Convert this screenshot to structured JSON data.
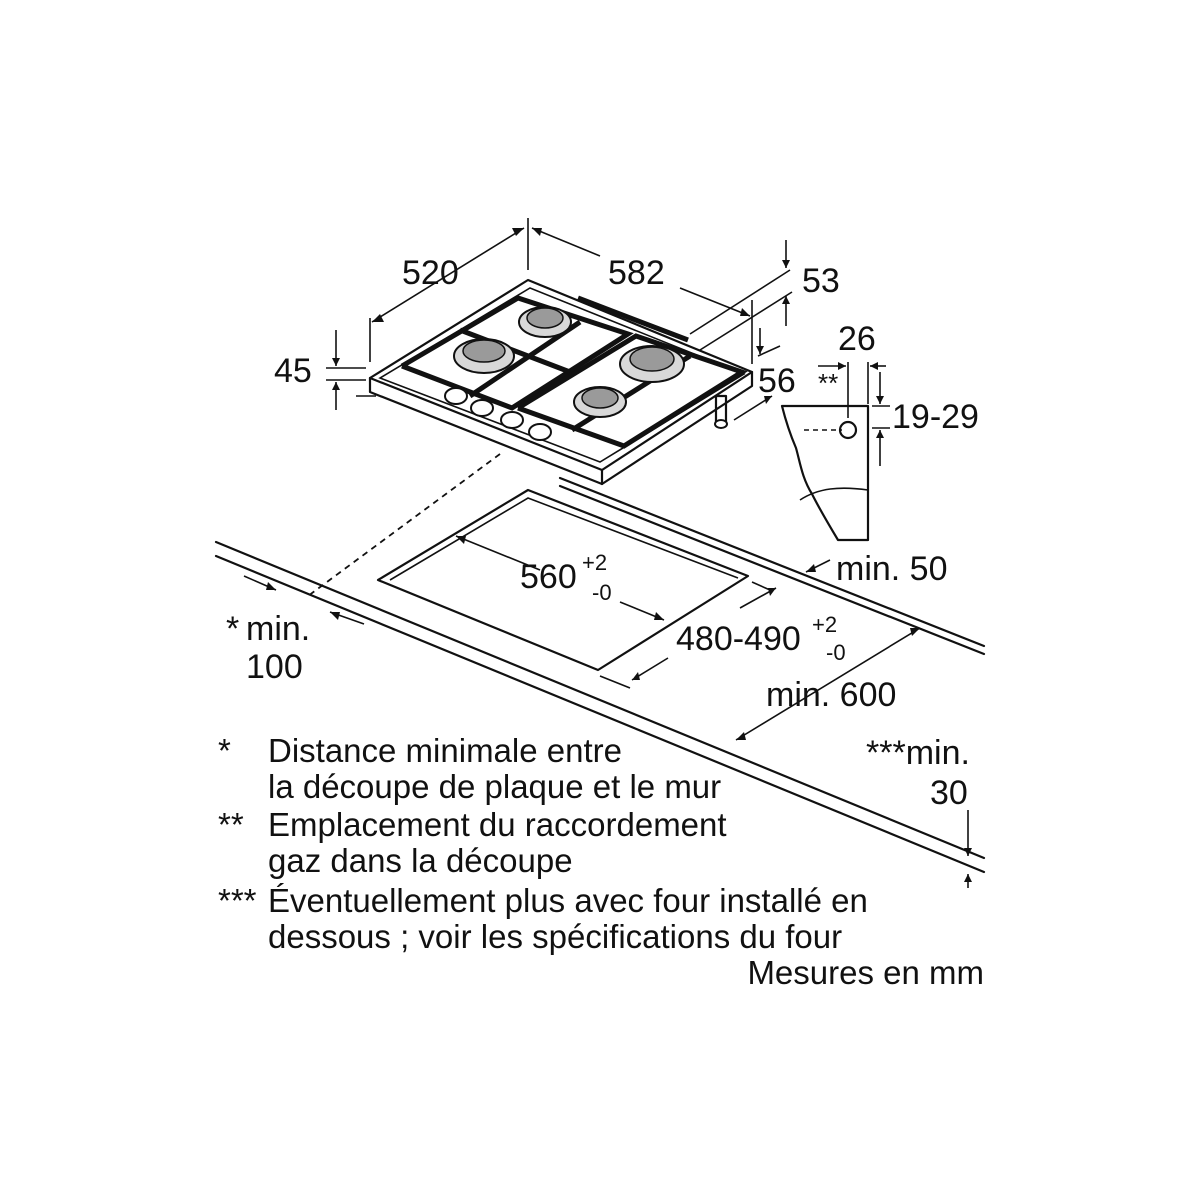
{
  "dimensions": {
    "depth": "520",
    "width": "582",
    "height_rear": "53",
    "height_front": "45",
    "side_56": "56",
    "pipe_offset": "26",
    "pipe_height": "19-29",
    "pipe_marker": "**",
    "cutout_width": "560",
    "cutout_width_tol_plus": "+2",
    "cutout_width_tol_minus": "-0",
    "cutout_depth": "480-490",
    "cutout_depth_tol_plus": "+2",
    "cutout_depth_tol_minus": "-0",
    "min_wall_prefix": "*",
    "min_wall_label": "min.",
    "min_wall_value": "100",
    "min_back": "min. 50",
    "min_worktop": "min. 600",
    "min_oven_label": "***min.",
    "min_oven_value": "30"
  },
  "notes": [
    {
      "marker": "*",
      "line1": "Distance minimale entre",
      "line2": "la découpe de plaque et le mur"
    },
    {
      "marker": "**",
      "line1": "Emplacement du raccordement",
      "line2": "gaz dans la découpe"
    },
    {
      "marker": "***",
      "line1": "Éventuellement plus avec four installé en",
      "line2": "dessous ; voir les spécifications du four"
    }
  ],
  "units_note": "Mesures en mm"
}
